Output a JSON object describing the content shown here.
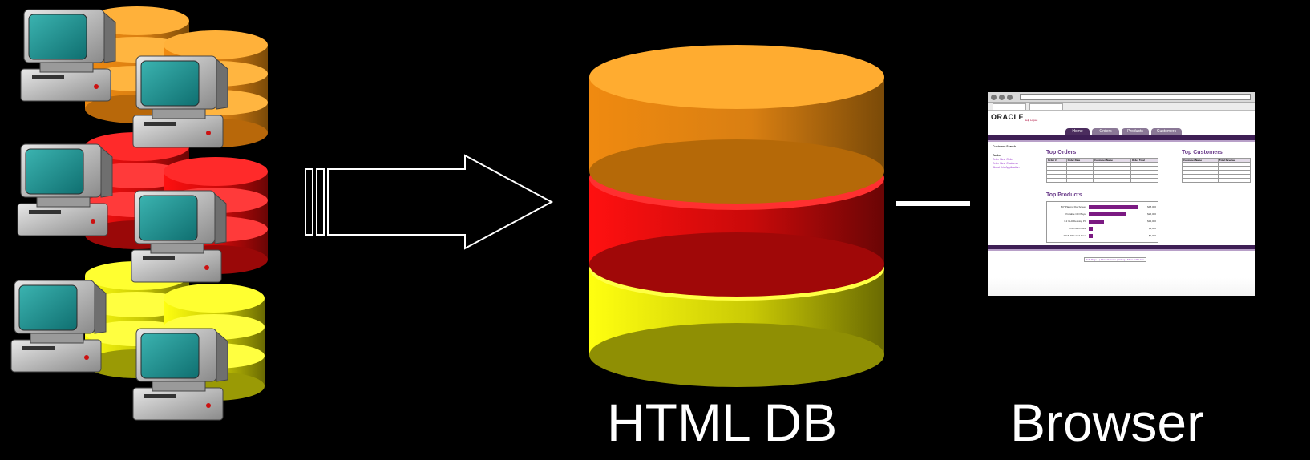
{
  "labels": {
    "center": "HTML DB",
    "right": "Browser"
  },
  "browser": {
    "logo": "ORACLE",
    "logo_sub": "Help  Logout",
    "tabs": [
      "Home",
      "Orders",
      "Products",
      "Customers"
    ],
    "side": {
      "heading": "Customer Search",
      "tasks_heading": "Tasks",
      "links": [
        "Enter New Order",
        "Enter New Customer",
        "About this Application"
      ]
    },
    "top_orders": {
      "title": "Top Orders",
      "columns": [
        "Order #",
        "Order Date",
        "Customer Name",
        "Order Total"
      ]
    },
    "top_customers": {
      "title": "Top Customers",
      "columns": [
        "Customer Name",
        "Total Revenue"
      ]
    },
    "top_products": {
      "title": "Top Products",
      "items": [
        {
          "name": "50\" Plasma Flat Screen",
          "value": "$48,000",
          "fraction": 1.0
        },
        {
          "name": "Portable CD Player",
          "value": "$25,000",
          "fraction": 0.75
        },
        {
          "name": "3.2 GHz Desktop PC",
          "value": "$14,000",
          "fraction": 0.3
        },
        {
          "name": "PDA Cell Phone",
          "value": "$3,000",
          "fraction": 0.08
        },
        {
          "name": "40GB DSI Hard Drive",
          "value": "$2,000",
          "fraction": 0.08
        }
      ]
    },
    "footer": "Edit Page 1 | Show Session | Debug | Show Edit Links"
  },
  "colors": {
    "background": "#000000",
    "orange": "#f5a02a",
    "red": "#ee1111",
    "yellow": "#f4f20a",
    "arrow_stroke": "#ffffff"
  }
}
